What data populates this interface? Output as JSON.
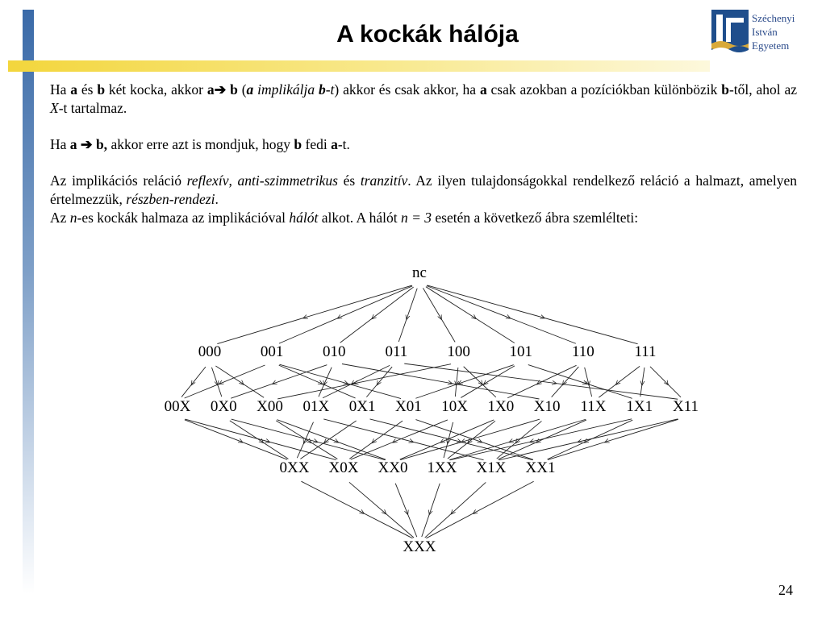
{
  "slide": {
    "title": "A kockák hálója",
    "page_number": "24"
  },
  "logo": {
    "line1": "Széchenyi",
    "line2": "István",
    "line3": "Egyetem",
    "colors": {
      "blue": "#1f4e8c",
      "gold": "#d8a93a"
    }
  },
  "text": {
    "p1": [
      {
        "t": "Ha "
      },
      {
        "t": "a",
        "b": true
      },
      {
        "t": " és "
      },
      {
        "t": "b",
        "b": true
      },
      {
        "t": " két kocka, akkor "
      },
      {
        "t": "a",
        "b": true
      },
      {
        "t": "➔ ",
        "b": true
      },
      {
        "t": "b",
        "b": true
      },
      {
        "t": " ("
      },
      {
        "t": "a",
        "b": true,
        "i": true
      },
      {
        "t": " implikálja ",
        "i": true
      },
      {
        "t": "b",
        "b": true,
        "i": true
      },
      {
        "t": "-t",
        "i": true
      },
      {
        "t": ") akkor és csak akkor, ha "
      },
      {
        "t": "a",
        "b": true
      },
      {
        "t": " csak azokban a pozíciókban különbözik "
      },
      {
        "t": "b",
        "b": true
      },
      {
        "t": "-től, ahol az "
      },
      {
        "t": "X",
        "i": true
      },
      {
        "t": "-t tartalmaz."
      }
    ],
    "p2": [
      {
        "t": "Ha "
      },
      {
        "t": "a",
        "b": true
      },
      {
        "t": " ➔ ",
        "b": true
      },
      {
        "t": "b,",
        "b": true
      },
      {
        "t": " akkor erre azt is mondjuk, hogy "
      },
      {
        "t": "b",
        "b": true
      },
      {
        "t": " fedi "
      },
      {
        "t": "a",
        "b": true
      },
      {
        "t": "-t."
      }
    ],
    "p3": [
      {
        "t": "Az implikációs reláció "
      },
      {
        "t": "reflexív",
        "i": true
      },
      {
        "t": ", "
      },
      {
        "t": "anti-szimmetrikus",
        "i": true
      },
      {
        "t": " és "
      },
      {
        "t": "tranzitív",
        "i": true
      },
      {
        "t": ". Az ilyen tulajdonságokkal rendelkező reláció a halmazt, amelyen értelmezzük, "
      },
      {
        "t": "részben-rendezi",
        "i": true
      },
      {
        "t": "."
      }
    ],
    "p4": [
      {
        "t": "Az "
      },
      {
        "t": "n",
        "i": true
      },
      {
        "t": "-es kockák halmaza az implikációval  "
      },
      {
        "t": "hálót",
        "i": true
      },
      {
        "t": " alkot. A hálót "
      },
      {
        "t": "n = 3",
        "i": true
      },
      {
        "t": " esetén a következő ábra szemlélteti:"
      }
    ]
  },
  "lattice": {
    "top": "nc",
    "level1": [
      "000",
      "001",
      "010",
      "011",
      "100",
      "101",
      "110",
      "111"
    ],
    "level2": [
      "00X",
      "0X0",
      "X00",
      "01X",
      "0X1",
      "X01",
      "10X",
      "1X0",
      "X10",
      "11X",
      "1X1",
      "X11"
    ],
    "level3": [
      "0XX",
      "X0X",
      "XX0",
      "1XX",
      "X1X",
      "XX1"
    ],
    "bottom": "XXX"
  }
}
